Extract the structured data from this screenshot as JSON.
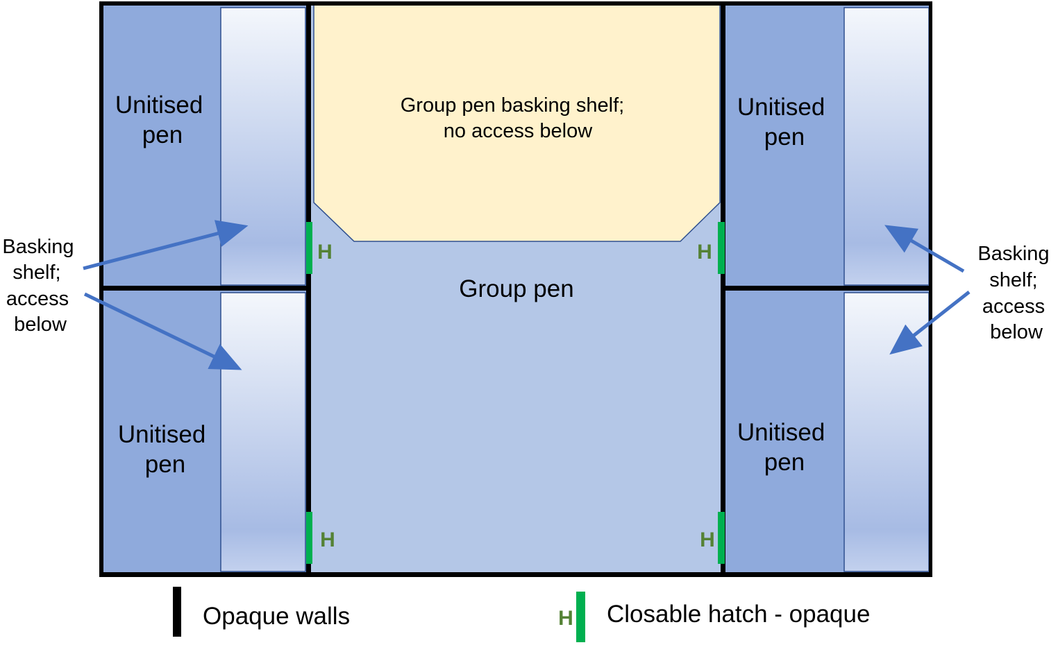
{
  "colors": {
    "pen": "#8faadc",
    "group_pen": "#b4c7e7",
    "group_shelf": "#fff2cc",
    "wall": "#000000",
    "hatch": "#00b050",
    "hatch_label": "#548235",
    "arrow": "#4472c4"
  },
  "pens": {
    "top_left": [
      "Unitised",
      "pen"
    ],
    "bottom_left": [
      "Unitised",
      "pen"
    ],
    "top_right": [
      "Unitised",
      "pen"
    ],
    "bottom_right": [
      "Unitised",
      "pen"
    ]
  },
  "group_shelf": [
    "Group pen basking shelf;",
    "no access below"
  ],
  "group_pen": "Group pen",
  "side_labels": {
    "left": [
      "Basking",
      "shelf;",
      "access",
      "below"
    ],
    "right": [
      "Basking",
      "shelf;",
      "access",
      "below"
    ]
  },
  "hatch_letter": "H",
  "legend": {
    "walls": "Opaque walls",
    "hatch_letter": "H",
    "hatch": "Closable hatch - opaque"
  }
}
